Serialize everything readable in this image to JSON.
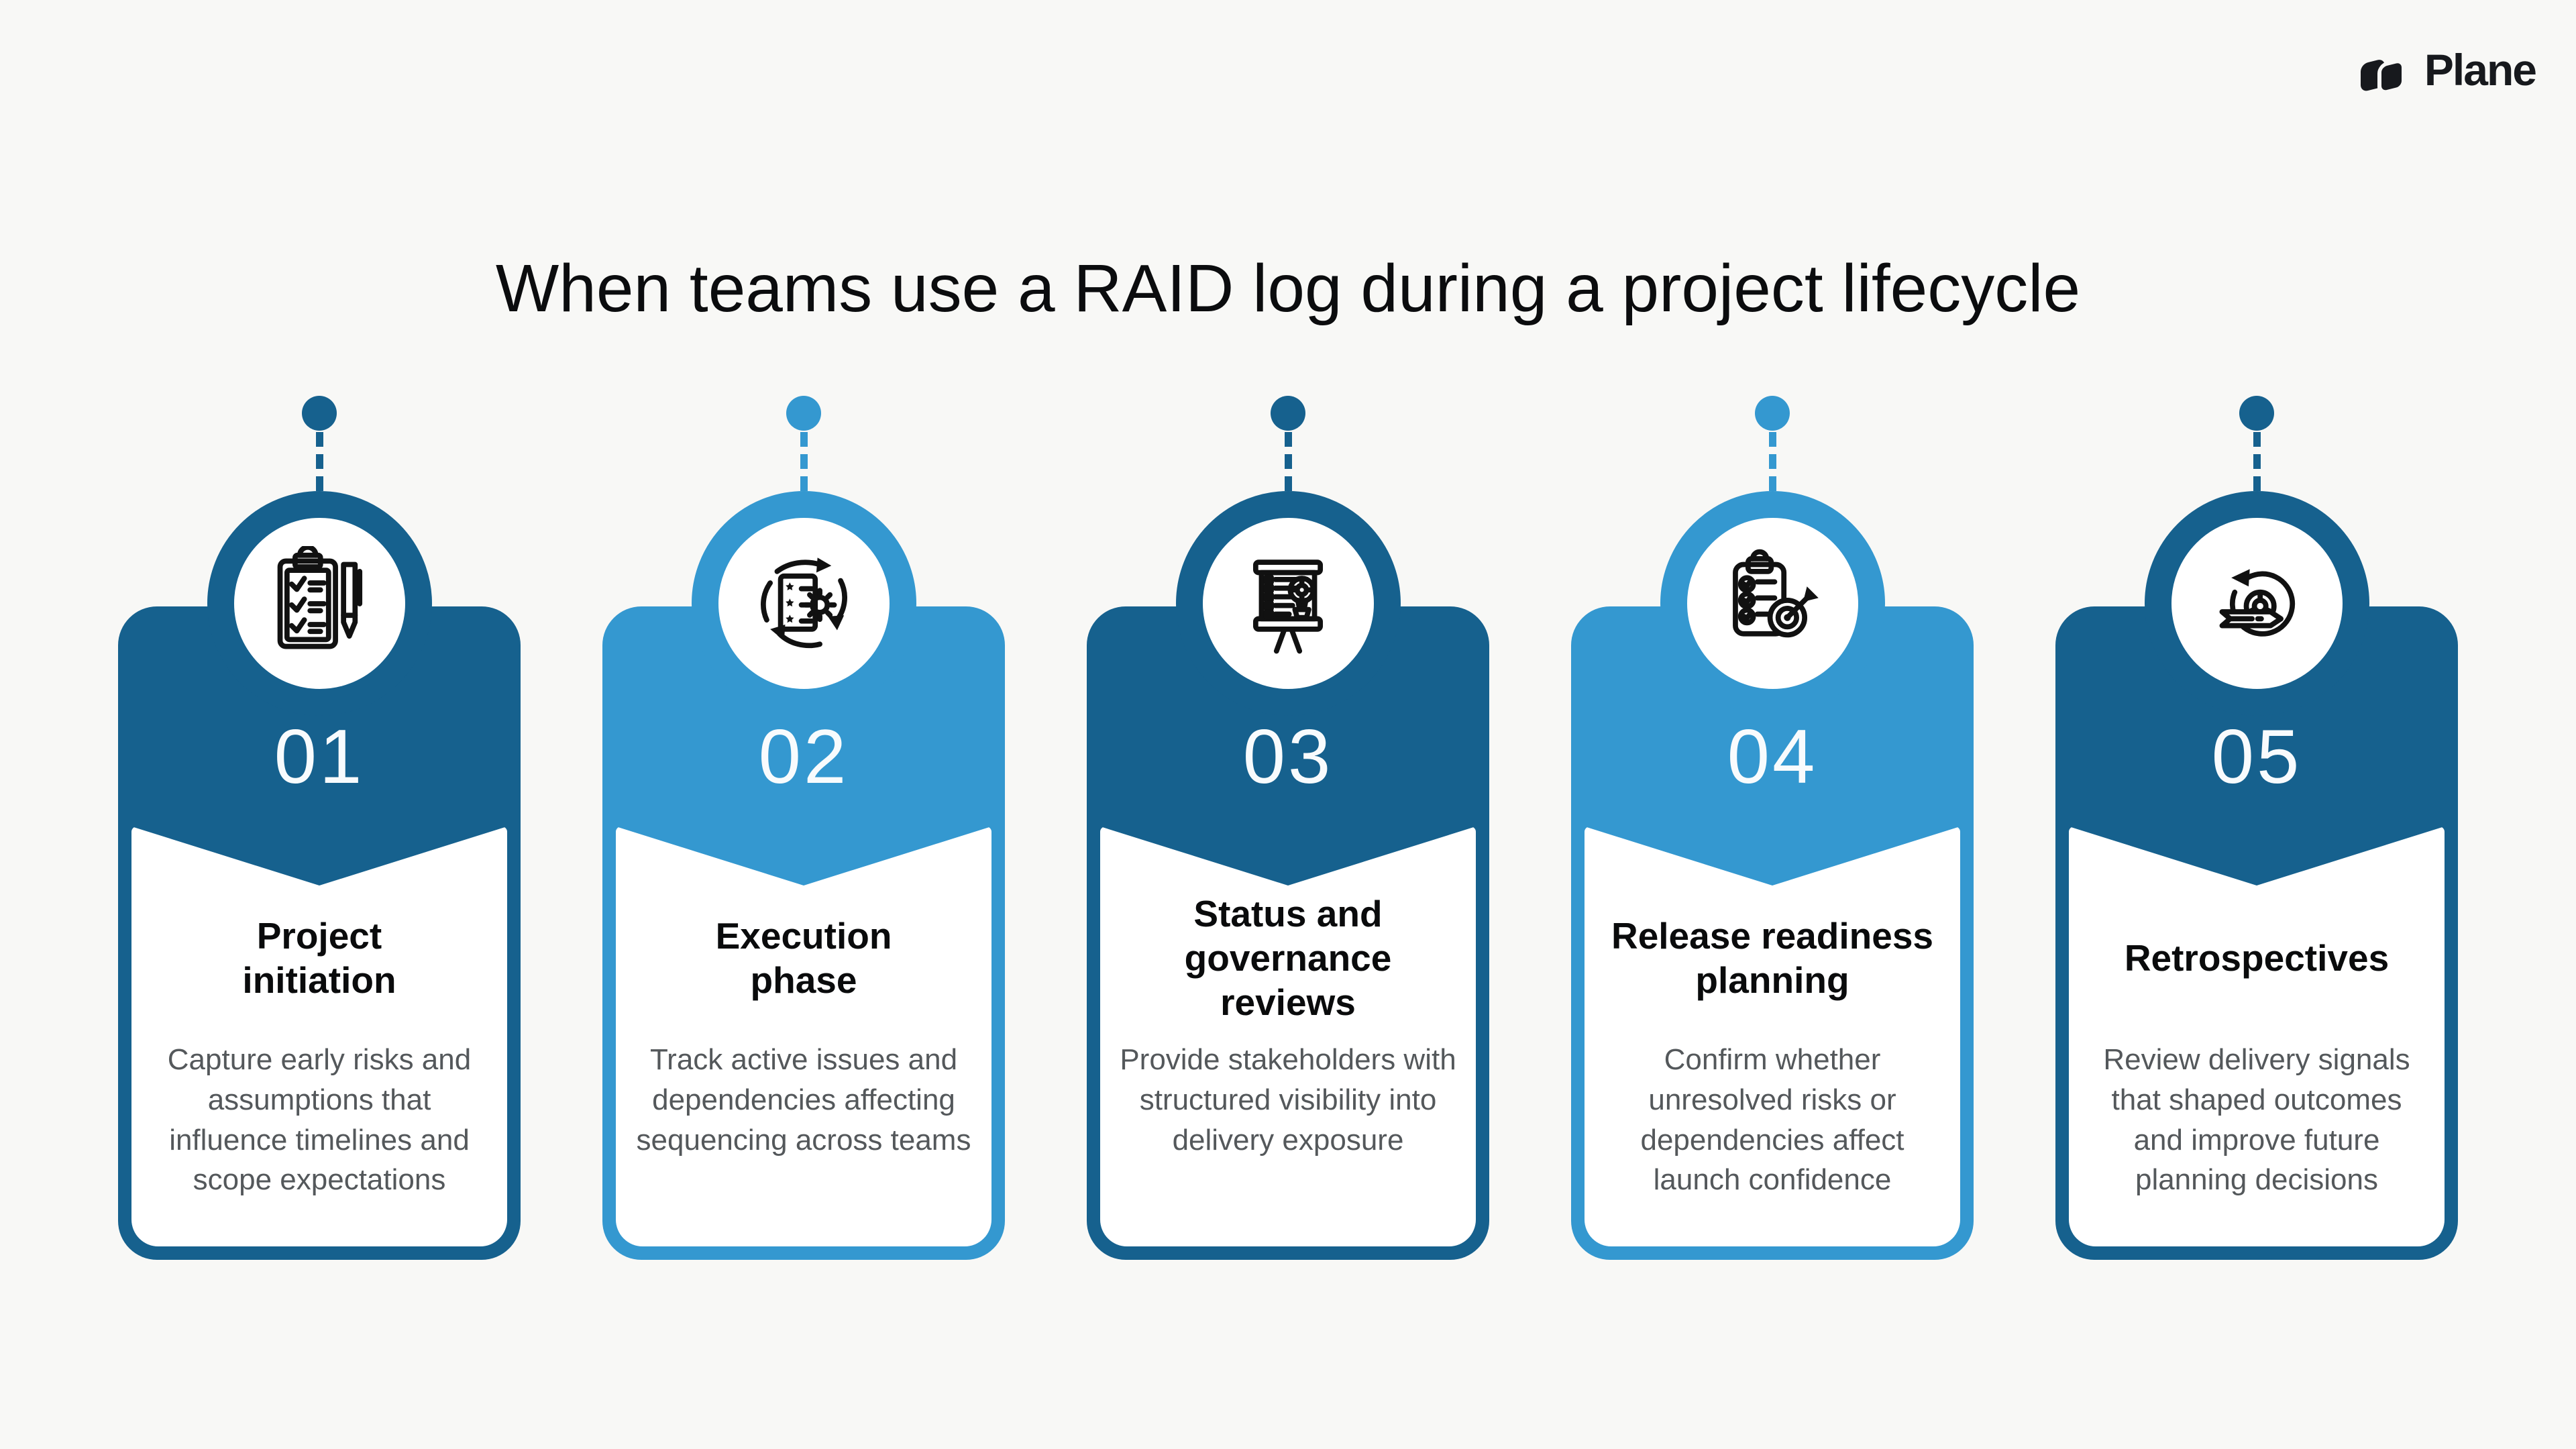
{
  "brand": {
    "name": "Plane"
  },
  "title": "When teams use a RAID log during a project lifecycle",
  "colors": {
    "dark_blue": "#16618E",
    "light_blue": "#3498D0",
    "background": "#F8F8F6",
    "title_text": "#0B0C0E",
    "body_text": "#54585B",
    "number_text": "#F8FBFD"
  },
  "cards": [
    {
      "number": "01",
      "accent": "#16618E",
      "icon": "clipboard-checklist-pen-icon",
      "title_lines": [
        "Project",
        "initiation"
      ],
      "description": "Capture early risks and assumptions that influence timelines and scope expectations"
    },
    {
      "number": "02",
      "accent": "#3498D0",
      "icon": "iteration-cycle-document-gear-icon",
      "title_lines": [
        "Execution",
        "phase"
      ],
      "description": "Track active issues and dependencies affecting sequencing across teams"
    },
    {
      "number": "03",
      "accent": "#16618E",
      "icon": "presentation-board-idea-icon",
      "title_lines": [
        "Status and",
        "governance",
        "reviews"
      ],
      "description": "Provide stakeholders with structured visibility into delivery exposure"
    },
    {
      "number": "04",
      "accent": "#3498D0",
      "icon": "clipboard-target-arrow-icon",
      "title_lines": [
        "Release readiness",
        "planning"
      ],
      "description": "Confirm whether unresolved risks or dependencies affect launch confidence"
    },
    {
      "number": "05",
      "accent": "#16618E",
      "icon": "sprint-retrospective-loop-icon",
      "title_lines": [
        "Retrospectives"
      ],
      "description": "Review delivery signals that shaped outcomes and improve future planning decisions"
    }
  ]
}
